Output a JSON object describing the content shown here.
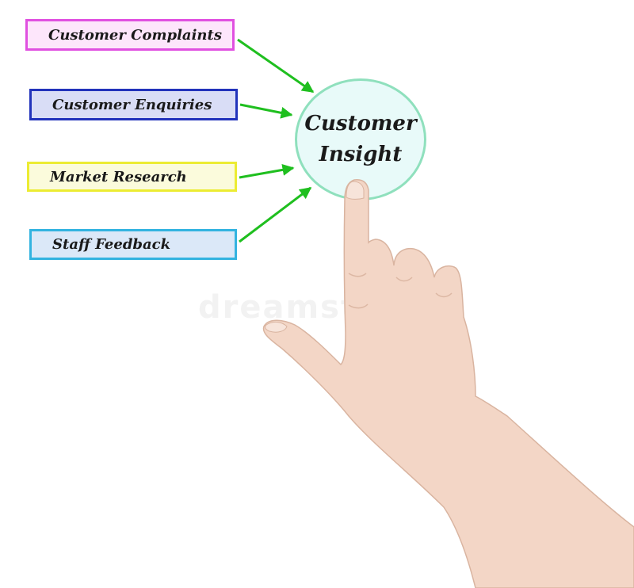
{
  "diagram": {
    "inputs": [
      {
        "label": "Customer Complaints",
        "border": "#e050e0",
        "fill": "#fde6fb"
      },
      {
        "label": "Customer Enquiries",
        "border": "#2233bb",
        "fill": "#d9ddf6"
      },
      {
        "label": "Market Research",
        "border": "#ecec33",
        "fill": "#fbfbdc"
      },
      {
        "label": "Staff Feedback",
        "border": "#33b3e0",
        "fill": "#dbe8f8"
      }
    ],
    "center": {
      "line1": "Customer",
      "line2": "Insight",
      "border": "#8fe0bd",
      "fill": "#e8faf9"
    },
    "arrow_color": "#1fbf1f",
    "watermark": "dreamstime"
  }
}
